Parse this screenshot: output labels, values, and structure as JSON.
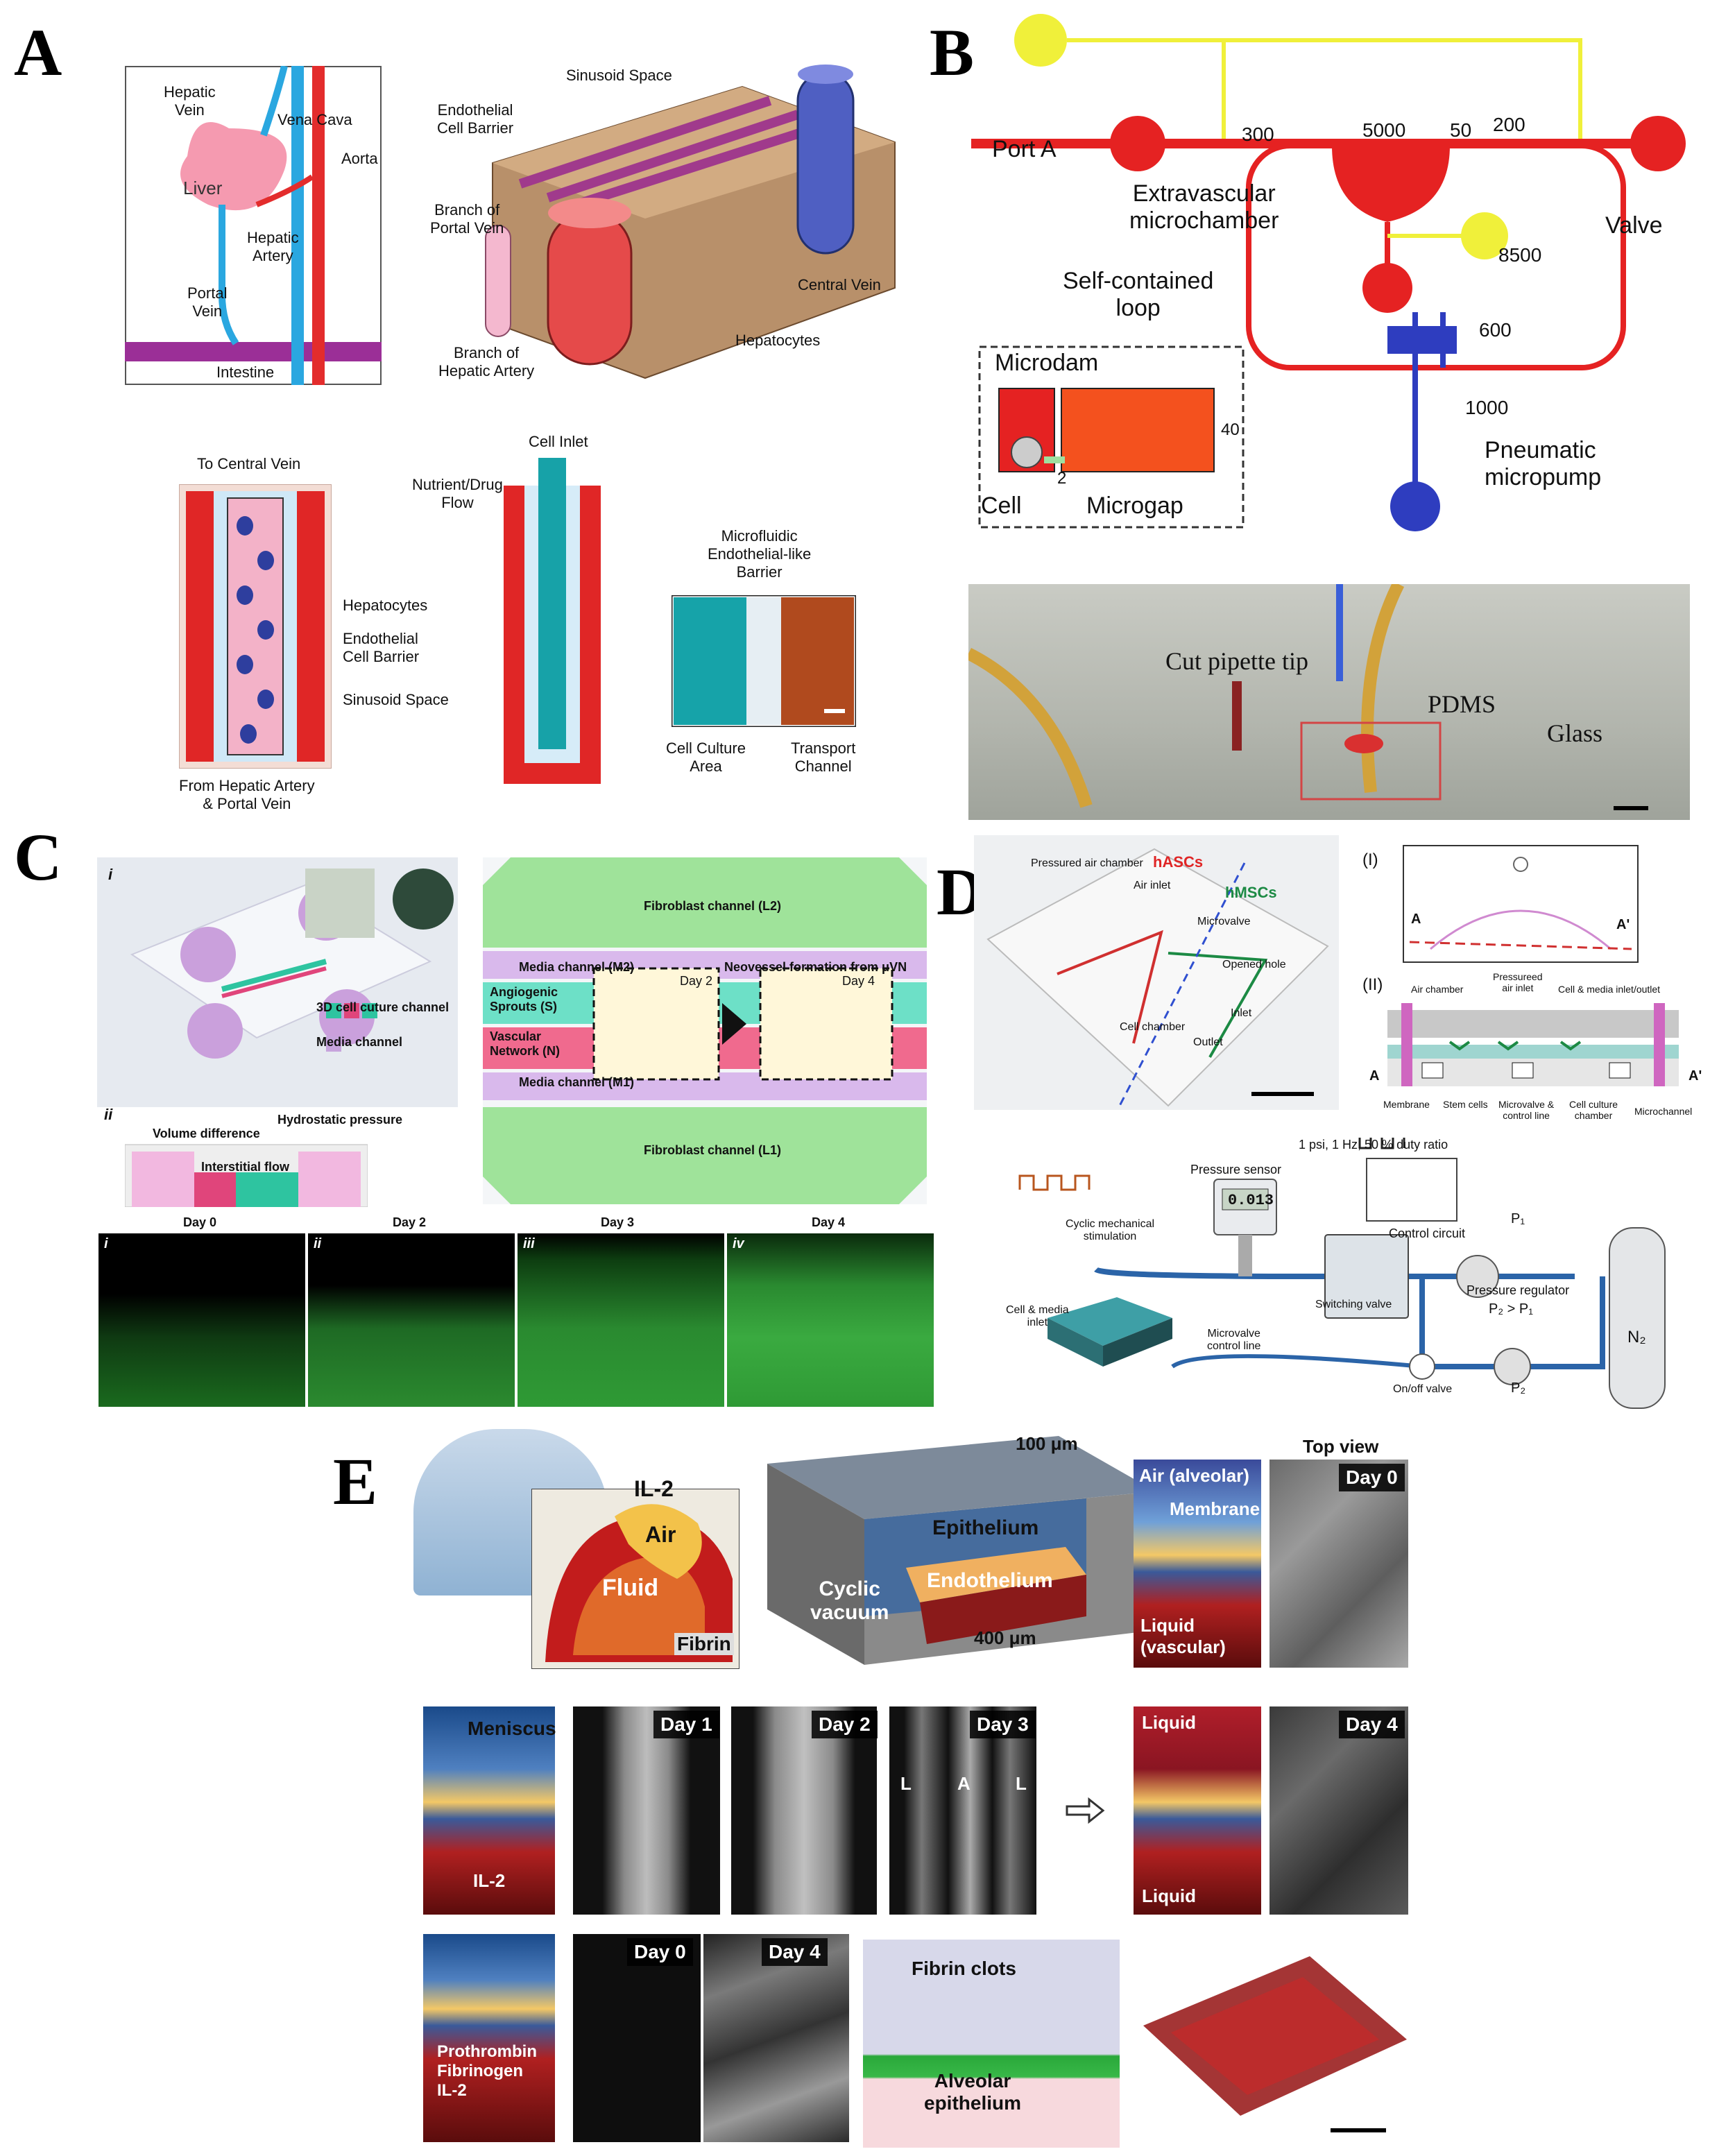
{
  "panels": {
    "A": "A",
    "B": "B",
    "C": "C",
    "D": "D",
    "E": "E"
  },
  "panelA": {
    "hepatic_vein": "Hepatic\nVein",
    "vena_cava": "Vena Cava",
    "aorta": "Aorta",
    "liver": "Liver",
    "hepatic_artery": "Hepatic\nArtery",
    "portal_vein": "Portal\nVein",
    "intestine": "Intestine",
    "sinusoid_space_top": "Sinusoid Space",
    "endothelial_barrier_top": "Endothelial\nCell Barrier",
    "branch_portal_vein": "Branch of\nPortal Vein",
    "central_vein": "Central Vein",
    "hepatocytes_top": "Hepatocytes",
    "branch_hepatic_artery": "Branch of\nHepatic Artery",
    "to_central_vein": "To Central Vein",
    "hepatocytes": "Hepatocytes",
    "endothelial_barrier": "Endothelial\nCell Barrier",
    "sinusoid_space": "Sinusoid Space",
    "from_hepatic": "From Hepatic Artery\n& Portal Vein",
    "cell_inlet": "Cell Inlet",
    "nutrient_flow": "Nutrient/Drug\nFlow",
    "microfluidic_barrier": "Microfluidic\nEndothelial-like\nBarrier",
    "cell_culture_area": "Cell Culture\nArea",
    "transport_channel": "Transport\nChannel"
  },
  "panelB": {
    "port_a": "Port A",
    "dim_300": "300",
    "dim_5000": "5000",
    "dim_50": "50",
    "dim_200": "200",
    "extravascular": "Extravascular\nmicrochamber",
    "valve": "Valve",
    "dim_8500": "8500",
    "self_contained": "Self-contained\nloop",
    "dim_600": "600",
    "microdam": "Microdam",
    "dim_40": "40",
    "dim_2": "2",
    "dim_1000": "1000",
    "cell": "Cell",
    "microgap": "Microgap",
    "pneumatic": "Pneumatic\nmicropump",
    "cut_pipette": "Cut pipette tip",
    "pdms": "PDMS",
    "glass": "Glass"
  },
  "panelC": {
    "i": "i",
    "ii": "ii",
    "culture_channel": "3D cell cuture channel",
    "media_channel": "Media channel",
    "volume_difference": "Volume difference",
    "hydrostatic": "Hydrostatic pressure",
    "interstitial": "Interstitial flow",
    "fibroblast_l2": "Fibroblast channel (L2)",
    "media_m2": "Media channel (M2)",
    "neovessel": "Neovessel formation from μVN",
    "angiogenic": "Angiogenic\nSprouts (S)",
    "day2": "Day 2",
    "day4": "Day 4",
    "vascular": "Vascular\nNetwork (N)",
    "media_m1": "Media channel (M1)",
    "fibroblast_l1": "Fibroblast channel (L1)",
    "days": [
      "Day 0",
      "Day 2",
      "Day 3",
      "Day 4"
    ],
    "romans": [
      "i",
      "ii",
      "iii",
      "iv"
    ]
  },
  "panelD": {
    "pressured_air": "Pressured air chamber",
    "hascs": "hASCs",
    "hmscs": "hMSCs",
    "air_inlet": "Air inlet",
    "microvalve": "Microvalve",
    "opened_hole": "Opened hole",
    "inlet": "Inlet",
    "cell_chamber": "Cell chamber",
    "outlet": "Outlet",
    "roman1": "(I)",
    "roman2": "(II)",
    "a": "A",
    "a_prime": "A'",
    "air_chamber": "Air chamber",
    "pressured_air_inlet": "Pressureed\nair inlet",
    "cell_media_io": "Cell & media inlet/outlet",
    "membrane": "Membrane",
    "stem_cells": "Stem cells",
    "microvalve_control": "Microvalve &\ncontrol line",
    "cell_culture_chamber": "Cell culture\nchamber",
    "microchannel": "Microchannel",
    "duty": "1 psi, 1 Hz, 50 % duty ratio",
    "pressure_sensor": "Pressure sensor",
    "sensor_value": "0.013",
    "cyclic": "Cyclic mechanical\nstimulation",
    "control_circuit": "Control circuit",
    "p1": "P₁",
    "cell_media_inlet": "Cell & media\ninlet",
    "switching": "Switching valve",
    "regulator": "Pressure regulator",
    "p2p1": "P₂ > P₁",
    "n2": "N₂",
    "microvalve_line": "Microvalve\ncontrol line",
    "onoff": "On/off valve",
    "p2": "P₂"
  },
  "panelE": {
    "il2": "IL-2",
    "air": "Air",
    "fluid": "Fluid",
    "fibrin": "Fibrin",
    "um100": "100 μm",
    "epithelium": "Epithelium",
    "cyclic_vacuum": "Cyclic\nvacuum",
    "endothelium": "Endothelium",
    "um400": "400 μm",
    "top_view": "Top view",
    "air_alveolar": "Air (alveolar)",
    "membrane": "Membrane",
    "liquid_vascular": "Liquid\n(vascular)",
    "day0": "Day 0",
    "meniscus": "Meniscus",
    "il2_b": "IL-2",
    "day1": "Day 1",
    "day2": "Day 2",
    "day3": "Day 3",
    "l": "L",
    "a": "A",
    "liquid": "Liquid",
    "day4": "Day 4",
    "prothrombin": "Prothrombin\nFibrinogen\nIL-2",
    "fibrin_clots": "Fibrin clots",
    "alveolar_epithelium": "Alveolar\nepithelium"
  }
}
